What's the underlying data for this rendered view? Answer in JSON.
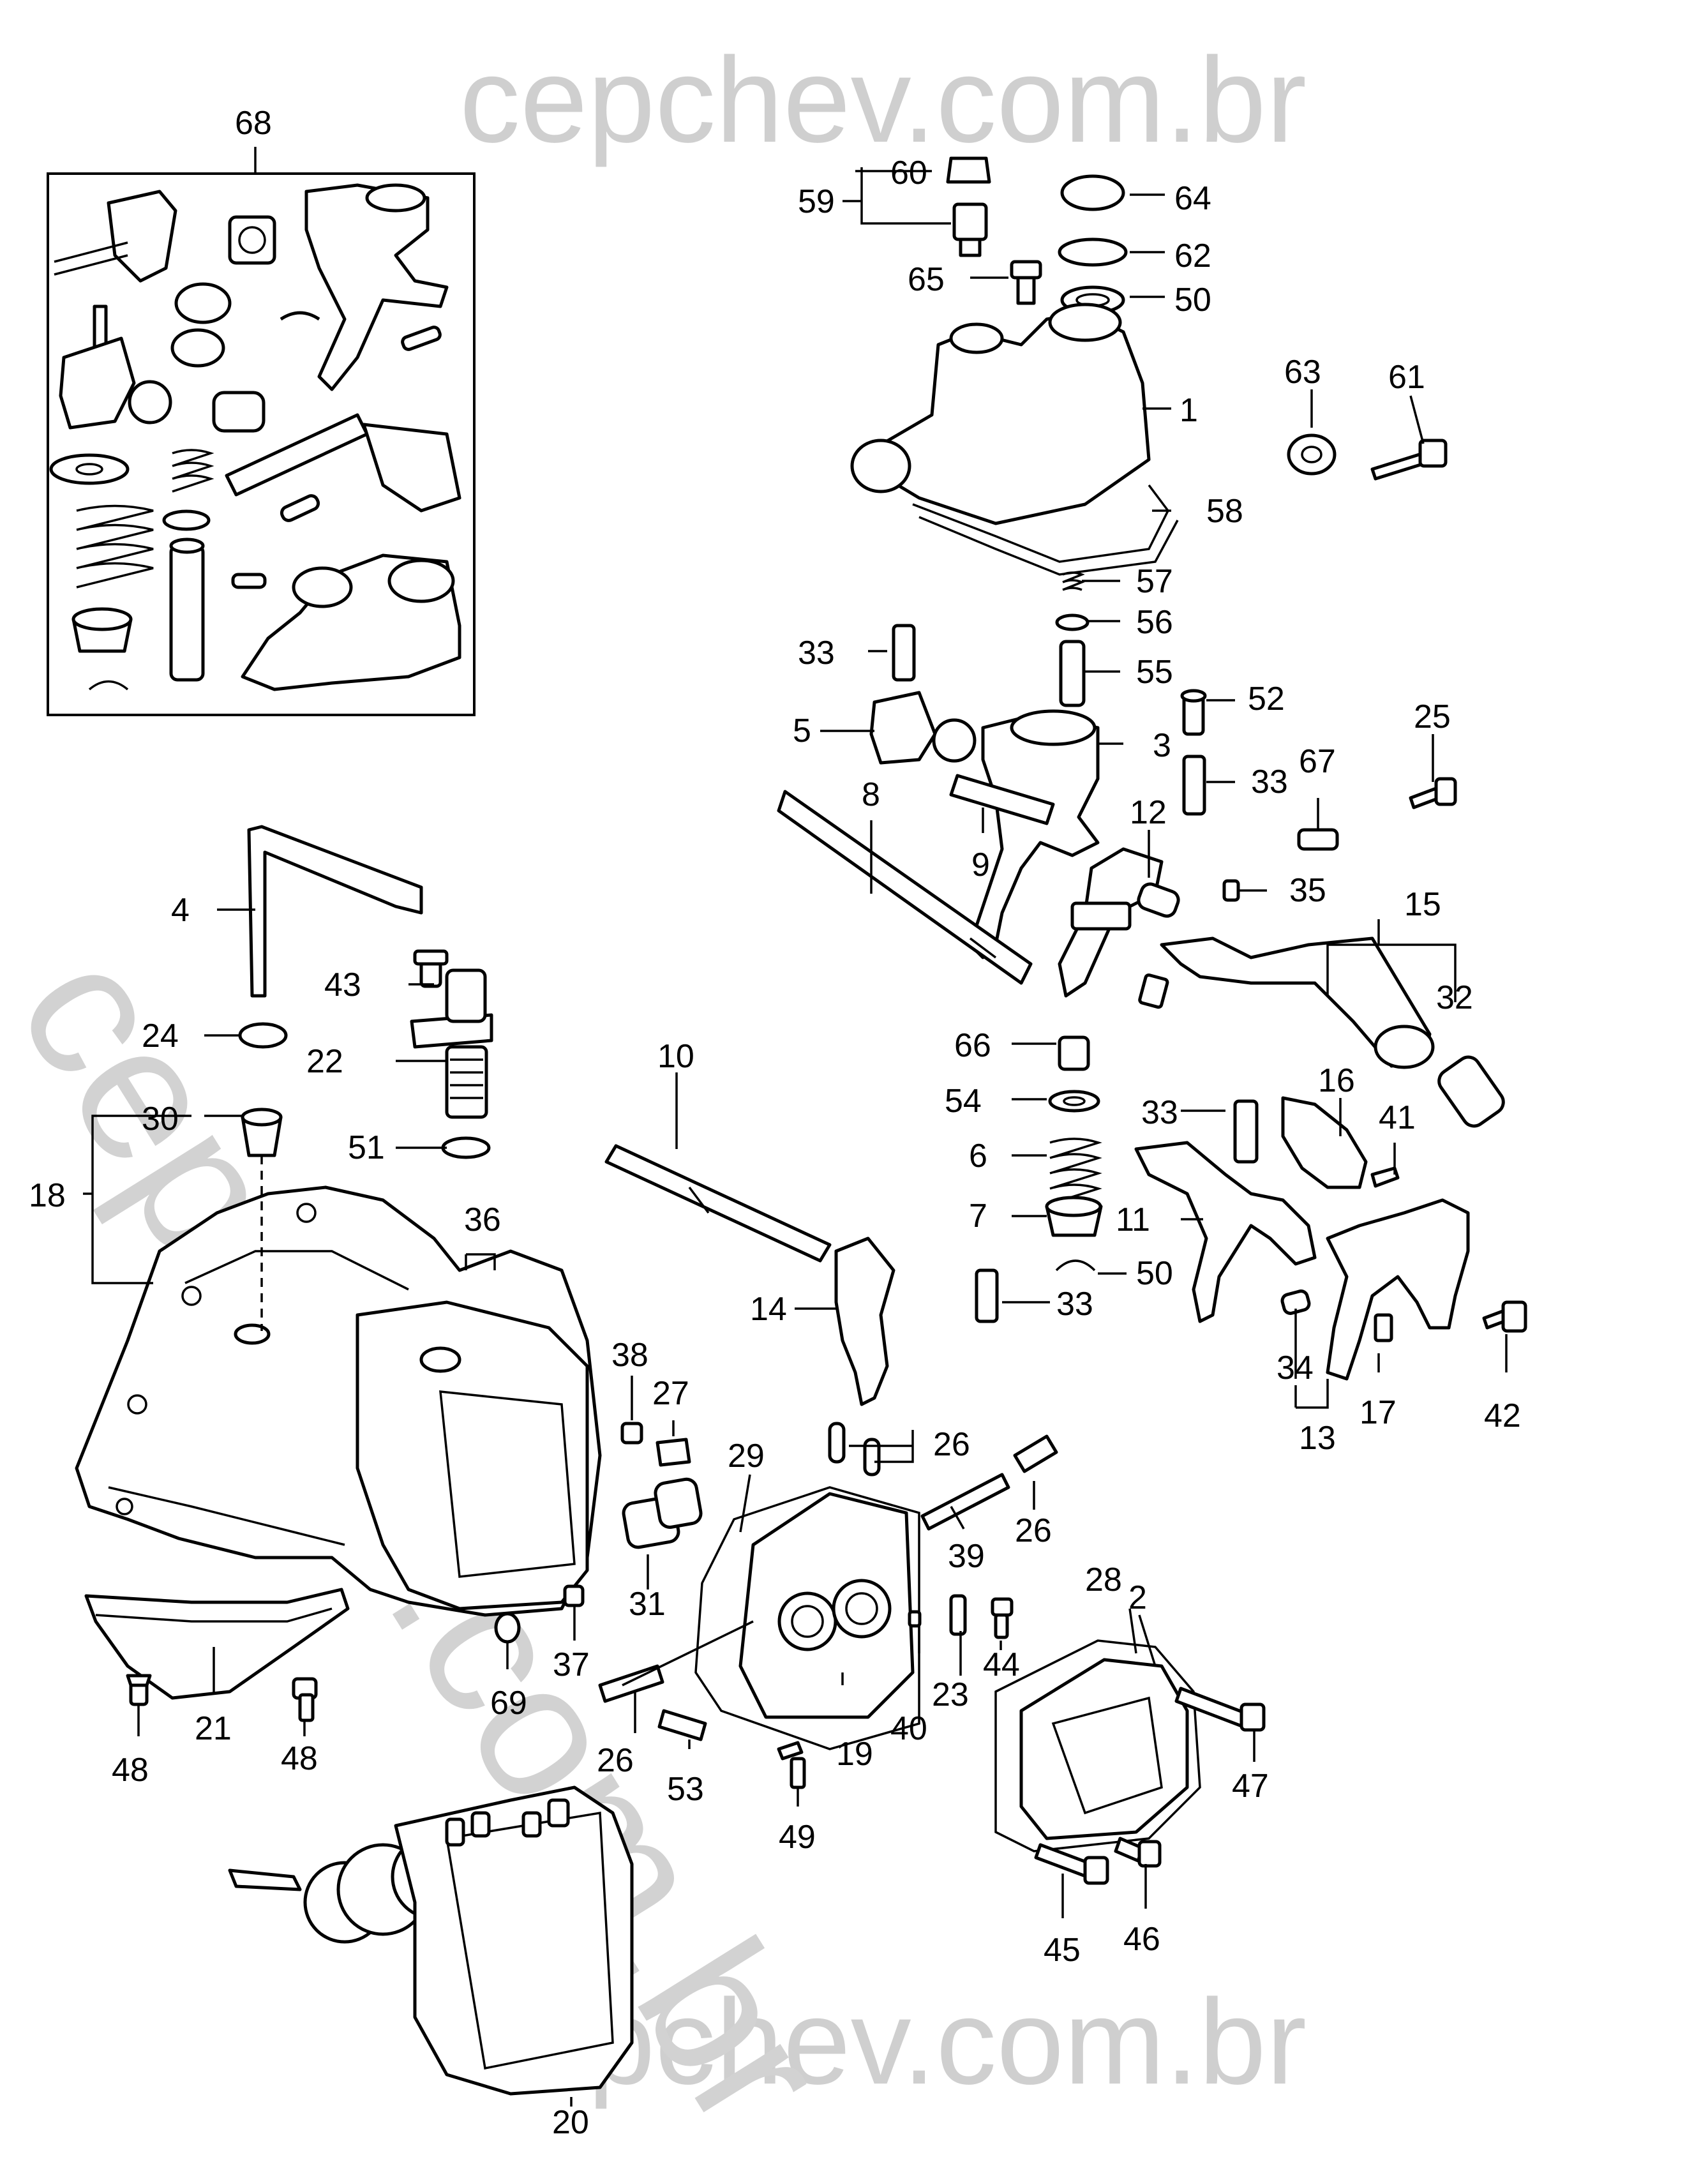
{
  "watermark": "cepchev.com.br",
  "callouts": [
    "1",
    "2",
    "3",
    "4",
    "5",
    "6",
    "7",
    "8",
    "9",
    "10",
    "11",
    "12",
    "13",
    "14",
    "15",
    "16",
    "17",
    "18",
    "19",
    "20",
    "21",
    "22",
    "23",
    "24",
    "25",
    "26",
    "27",
    "28",
    "29",
    "30",
    "31",
    "32",
    "33",
    "34",
    "35",
    "36",
    "37",
    "38",
    "39",
    "40",
    "41",
    "42",
    "43",
    "44",
    "45",
    "46",
    "47",
    "48",
    "49",
    "50",
    "51",
    "52",
    "53",
    "54",
    "55",
    "56",
    "57",
    "58",
    "59",
    "60",
    "61",
    "62",
    "63",
    "64",
    "65",
    "66",
    "67",
    "68",
    "69"
  ]
}
